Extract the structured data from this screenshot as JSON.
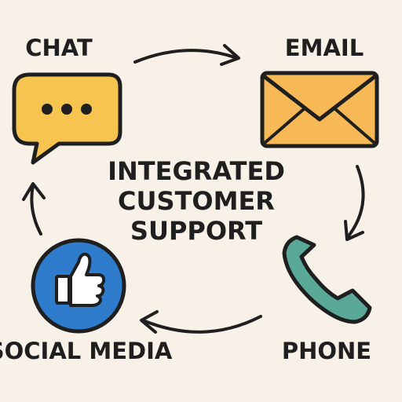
{
  "diagram": {
    "center_title_lines": [
      "INTEGRATED",
      "CUSTOMER",
      "SUPPORT"
    ],
    "nodes": {
      "chat": {
        "label": "CHAT",
        "icon": "chat-bubble-icon",
        "color": "#f7c44f"
      },
      "email": {
        "label": "EMAIL",
        "icon": "envelope-icon",
        "color": "#f6b955"
      },
      "phone": {
        "label": "PHONE",
        "icon": "phone-handset-icon",
        "color": "#5aa897"
      },
      "social_media": {
        "label": "SOCIAL MEDIA",
        "icon": "thumbs-up-icon",
        "color": "#2f7ccc"
      }
    },
    "flow": [
      "chat",
      "email",
      "phone",
      "social_media",
      "chat"
    ]
  },
  "colors": {
    "background": "#f8f1e8",
    "outline": "#1f1f1f"
  }
}
